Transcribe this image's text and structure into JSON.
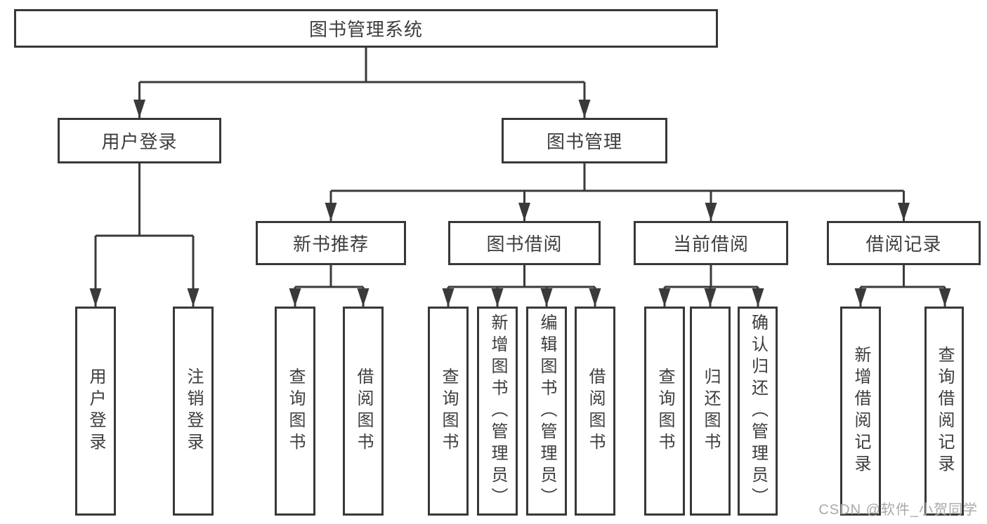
{
  "diagram_type": "hierarchy-tree",
  "tree": {
    "label": "图书管理系统",
    "children": [
      {
        "label": "用户登录",
        "children": [
          {
            "label": "用户登录"
          },
          {
            "label": "注销登录"
          }
        ]
      },
      {
        "label": "图书管理",
        "children": [
          {
            "label": "新书推荐",
            "children": [
              {
                "label": "查询图书"
              },
              {
                "label": "借阅图书"
              }
            ]
          },
          {
            "label": "图书借阅",
            "children": [
              {
                "label": "查询图书"
              },
              {
                "label": "新增图书（管理员）"
              },
              {
                "label": "编辑图书（管理员）"
              },
              {
                "label": "借阅图书"
              }
            ]
          },
          {
            "label": "当前借阅",
            "children": [
              {
                "label": "查询图书"
              },
              {
                "label": "归还图书"
              },
              {
                "label": "确认归还（管理员）"
              }
            ]
          },
          {
            "label": "借阅记录",
            "children": [
              {
                "label": "新增借阅记录"
              },
              {
                "label": "查询借阅记录"
              }
            ]
          }
        ]
      }
    ]
  },
  "watermark": {
    "text": "CSDN @软件_小贺同学"
  },
  "colors": {
    "line": "#3a3a3a",
    "border": "#383838",
    "text": "#3d3d3d",
    "watermark": "#a9a9a9",
    "background": "#ffffff"
  }
}
